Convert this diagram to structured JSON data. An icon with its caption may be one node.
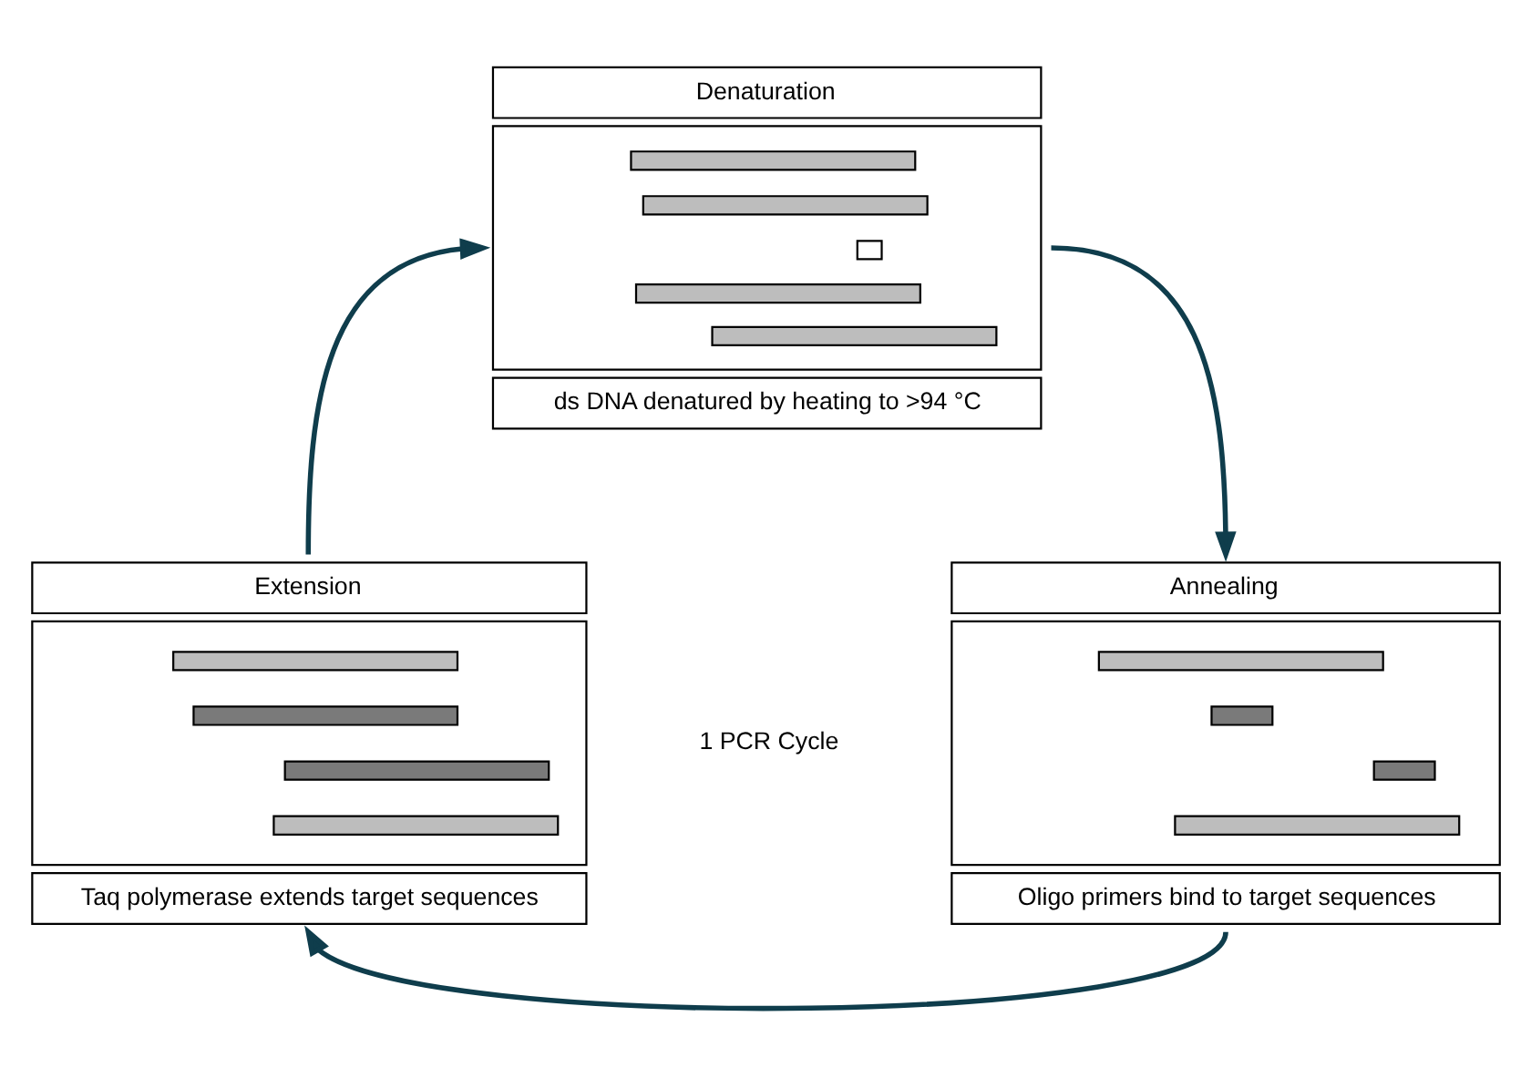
{
  "diagram": {
    "nodes": [
      {
        "text": [
          "Denaturation",
          "ds DNA denatured by heating to >94 °C"
        ]
      },
      {
        "text": [
          "Annealing",
          "Oligo primers bind to target sequences"
        ]
      },
      {
        "text": [
          "Extension",
          "Taq polymerase extends target sequences"
        ]
      }
    ],
    "edges": [
      {
        "from": 0,
        "to": 1,
        "arrow": "to"
      },
      {
        "from": 1,
        "to": 2,
        "arrow": "to"
      },
      {
        "from": 2,
        "to": 0,
        "arrow": "to"
      }
    ],
    "labels": [
      "1 PCR Cycle"
    ]
  }
}
